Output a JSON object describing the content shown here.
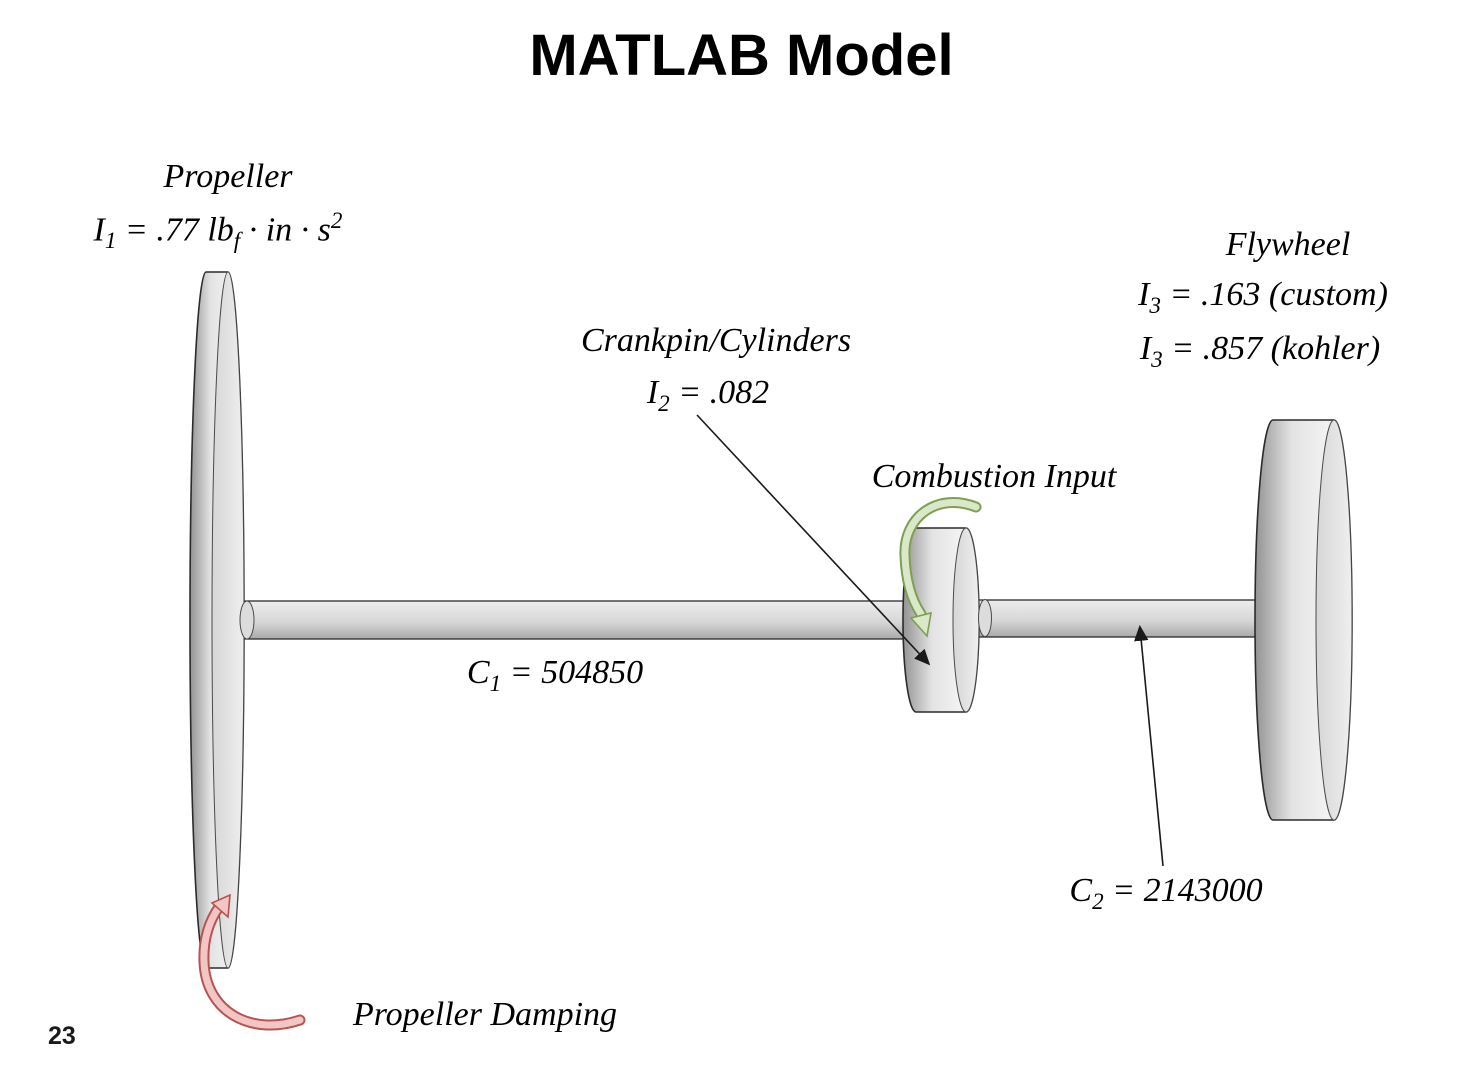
{
  "page": {
    "title": "MATLAB Model",
    "page_number": "23"
  },
  "diagram": {
    "propeller": {
      "title": "Propeller",
      "inertia": {
        "sym": "I",
        "sub": "1",
        "mid": " = .77 lb",
        "sub2": "f",
        "mid2": " · in · s",
        "sup": "2"
      }
    },
    "crankpin": {
      "title": "Crankpin/Cylinders",
      "inertia": {
        "sym": "I",
        "sub": "2",
        "rest": " = .082"
      }
    },
    "flywheel": {
      "title": "Flywheel",
      "inertia_custom": {
        "sym": "I",
        "sub": "3",
        "rest": " = .163 (custom)"
      },
      "inertia_kohler": {
        "sym": "I",
        "sub": "3",
        "rest": " = .857 (kohler)"
      }
    },
    "combustion": {
      "title": "Combustion Input"
    },
    "damping": {
      "title": "Propeller Damping"
    },
    "stiffness_c1": {
      "sym": "C",
      "sub": "1",
      "rest": " = 504850"
    },
    "stiffness_c2": {
      "sym": "C",
      "sub": "2",
      "rest": " = 2143000"
    }
  },
  "colors": {
    "combustion_fill": "#d9e8c8",
    "combustion_stroke": "#7f9f52",
    "damping_fill": "#f2c6c4",
    "damping_stroke": "#b85450",
    "outline": "#2b2b2b"
  }
}
